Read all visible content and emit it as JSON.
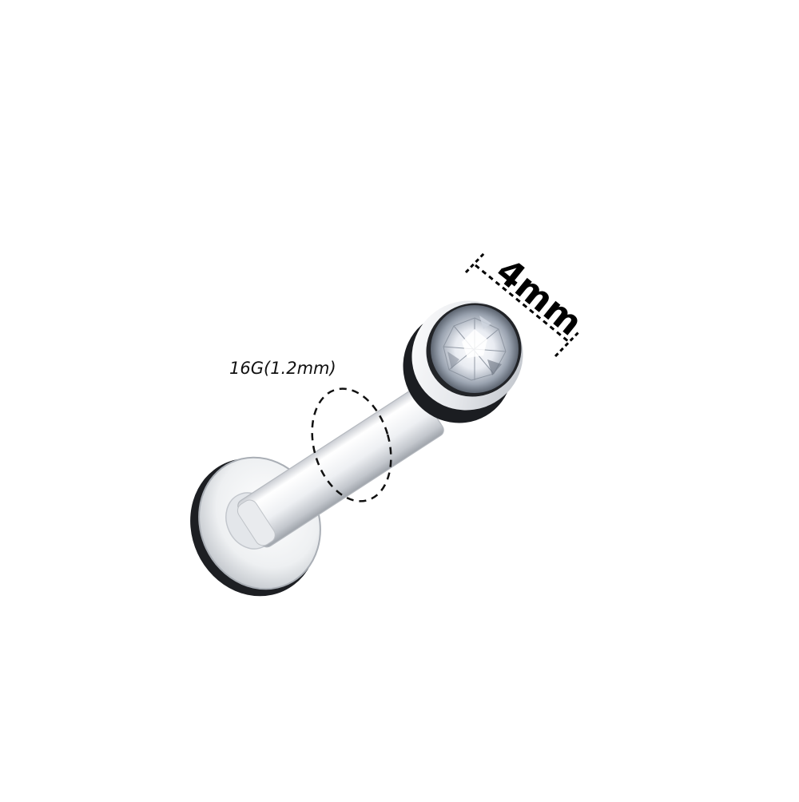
{
  "annotations": {
    "gauge_label": "16G(1.2mm)",
    "top_diameter_label": "4mm"
  },
  "colors": {
    "background": "#ffffff",
    "metal_light": "#f7f8fa",
    "metal_mid": "#d9dce1",
    "metal_dark": "#1a1c20",
    "dimension_line": "#000000"
  },
  "product": {
    "item": "labret-stud",
    "icons": [
      "flat-back-disc-icon",
      "post-shaft-icon",
      "bezel-top-icon",
      "crystal-gem-icon"
    ]
  }
}
